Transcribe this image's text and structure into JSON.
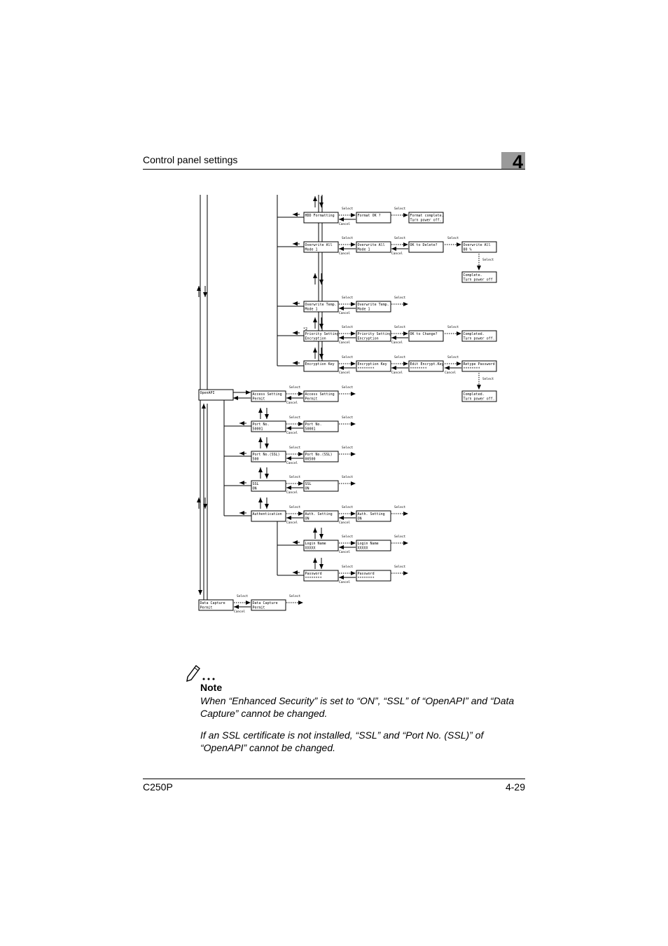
{
  "header": {
    "title": "Control panel settings",
    "chapter": "4"
  },
  "diagram": {
    "select_label": "Select",
    "cancel_label": "Cancel",
    "footnote_mark": "*2",
    "boxes": {
      "hdd_formatting": [
        "HDD Formatting",
        ""
      ],
      "format_ok": [
        "Format OK ?",
        ""
      ],
      "format_complete": [
        "Format complete.",
        "Turn power off."
      ],
      "overwrite_all": [
        "Overwrite All",
        "Mode 1"
      ],
      "overwrite_all_mode": [
        "Overwrite All",
        "Mode 1"
      ],
      "ok_to_delete": [
        "OK to Delete?",
        ""
      ],
      "overwrite_all_pct": [
        "Overwrite All",
        "80 %"
      ],
      "complete_turn_off": [
        "Complete.",
        "Turn power off"
      ],
      "overwrite_temp": [
        "Overwrite Temp.",
        "Mode 1"
      ],
      "overwrite_temp_mode": [
        "Overwrite Temp.",
        "Mode 1"
      ],
      "priority_setting": [
        "Priority Setting",
        "Encryption"
      ],
      "priority_setting_enc": [
        "Priority Setting",
        "Encryption"
      ],
      "ok_to_change": [
        "OK to Change?",
        ""
      ],
      "completed_1": [
        "Completed.",
        "Turn power off."
      ],
      "encryption_key": [
        "Encryption Key",
        ""
      ],
      "encryption_key_val": [
        "Encryption Key",
        "********"
      ],
      "edit_encrypt_key": [
        "Edit Encrypt.Key",
        "********"
      ],
      "retype_password": [
        "Retype Password",
        "********"
      ],
      "completed_2": [
        "Completed.",
        "Turn power off."
      ],
      "openapi": [
        "OpenAPI",
        ""
      ],
      "access_setting": [
        "Access Setting",
        "Permit"
      ],
      "access_setting_val": [
        "Access Setting",
        "Permit"
      ],
      "port_no": [
        "Port No.",
        "50001"
      ],
      "port_no_val": [
        "Port No.",
        "50001"
      ],
      "port_no_ssl": [
        "Port No.(SSL)",
        "  500"
      ],
      "port_no_ssl_val": [
        "Port No.(SSL)",
        "00500"
      ],
      "ssl": [
        "SSL",
        "ON"
      ],
      "ssl_val": [
        "SSL",
        "ON"
      ],
      "authentication": [
        "Authentication",
        ""
      ],
      "auth_setting": [
        "Auth. Setting",
        "ON"
      ],
      "auth_setting_val": [
        "Auth. Setting",
        "ON"
      ],
      "login_name": [
        "Login Name",
        "XXXXX"
      ],
      "login_name_val": [
        "Login Name",
        "XXXXX"
      ],
      "password": [
        "Password",
        "********"
      ],
      "password_val": [
        "Password",
        "********"
      ],
      "data_capture": [
        "Data Capture",
        "Permit"
      ],
      "data_capture_val": [
        "Data Capture",
        "Permit"
      ]
    }
  },
  "note": {
    "label": "Note",
    "paragraphs": [
      "When “Enhanced Security” is set to “ON”, “SSL” of “OpenAPI” and “Data Capture” cannot be changed.",
      "If an SSL certificate is not installed, “SSL” and “Port No. (SSL)” of “OpenAPI” cannot be changed."
    ]
  },
  "footer": {
    "model": "C250P",
    "page": "4-29"
  }
}
